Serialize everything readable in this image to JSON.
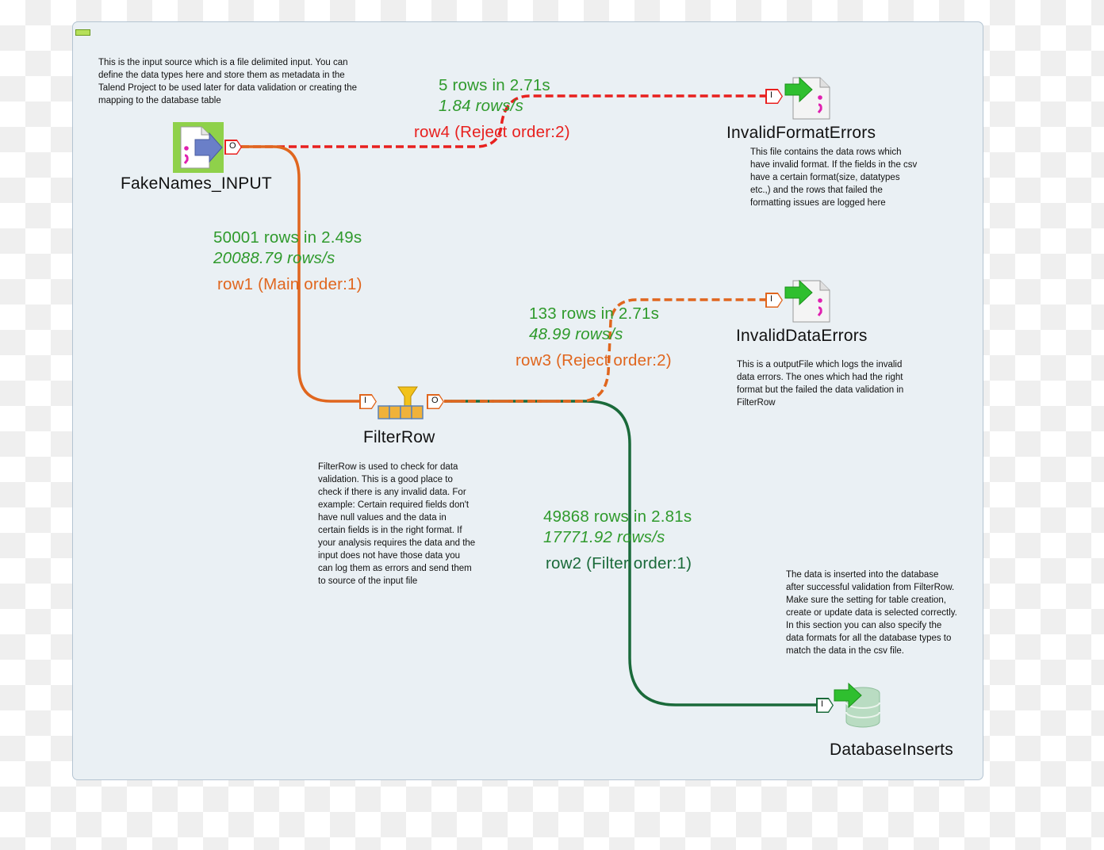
{
  "components": {
    "input": {
      "name": "FakeNames_INPUT",
      "port": "O",
      "icon": "file-input-icon"
    },
    "filter": {
      "name": "FilterRow",
      "port_in": "I",
      "port_out": "O",
      "icon": "filter-icon"
    },
    "invalid_format": {
      "name": "InvalidFormatErrors",
      "port": "I",
      "icon": "file-output-icon"
    },
    "invalid_data": {
      "name": "InvalidDataErrors",
      "port": "I",
      "icon": "file-output-icon"
    },
    "database": {
      "name": "DatabaseInserts",
      "port": "I",
      "icon": "database-output-icon"
    }
  },
  "links": {
    "row4": {
      "stat_rows": "5 rows in 2.71s",
      "stat_rate": "1.84 rows/s",
      "label": "row4 (Reject order:2)",
      "color": "#e8201e"
    },
    "row1": {
      "stat_rows": "50001 rows in 2.49s",
      "stat_rate": "20088.79 rows/s",
      "label": "row1 (Main order:1)",
      "color": "#e0661e"
    },
    "row3": {
      "stat_rows": "133 rows in 2.71s",
      "stat_rate": "48.99 rows/s",
      "label": "row3 (Reject order:2)",
      "color": "#e0661e"
    },
    "row2": {
      "stat_rows": "49868 rows in 2.81s",
      "stat_rate": "17771.92 rows/s",
      "label": "row2 (Filter order:1)",
      "color": "#1a6a3a"
    }
  },
  "notes": {
    "input_note": "This is the input source which is a file delimited input. You can\ndefine the data types here and store them as metadata in the\nTalend Project to be used later for data validation or creating the\nmapping to the database table",
    "invalid_format_note": "This file contains the data rows which\nhave invalid format. If the fields in the csv\nhave a certain format(size, datatypes\netc.,) and the rows that failed the\nformatting issues are logged here",
    "invalid_data_note": "This is a outputFile which logs the invalid\ndata errors. The ones which had the right\nformat but the failed the data validation in\nFilterRow",
    "filter_note": "FilterRow is used to check for data\nvalidation. This is a good place to\ncheck if there is any invalid data. For\nexample: Certain required fields don't\nhave null values and the data in\ncertain fields is in the right format. If\nyour analysis requires the data and the\ninput does not have those data you\ncan log them as errors and send them\nto source of the input file",
    "database_note": "The data is inserted into the database\nafter successful validation from FilterRow.\nMake sure the setting for table creation,\ncreate or update data is selected correctly.\nIn this section you can also specify the\ndata formats for all the database types to\nmatch the data in the csv file."
  },
  "colors": {
    "stat_text": "#2f9a2c",
    "reject_red": "#e8201e",
    "main_orange": "#e0661e",
    "filter_green": "#1a6a3a"
  }
}
